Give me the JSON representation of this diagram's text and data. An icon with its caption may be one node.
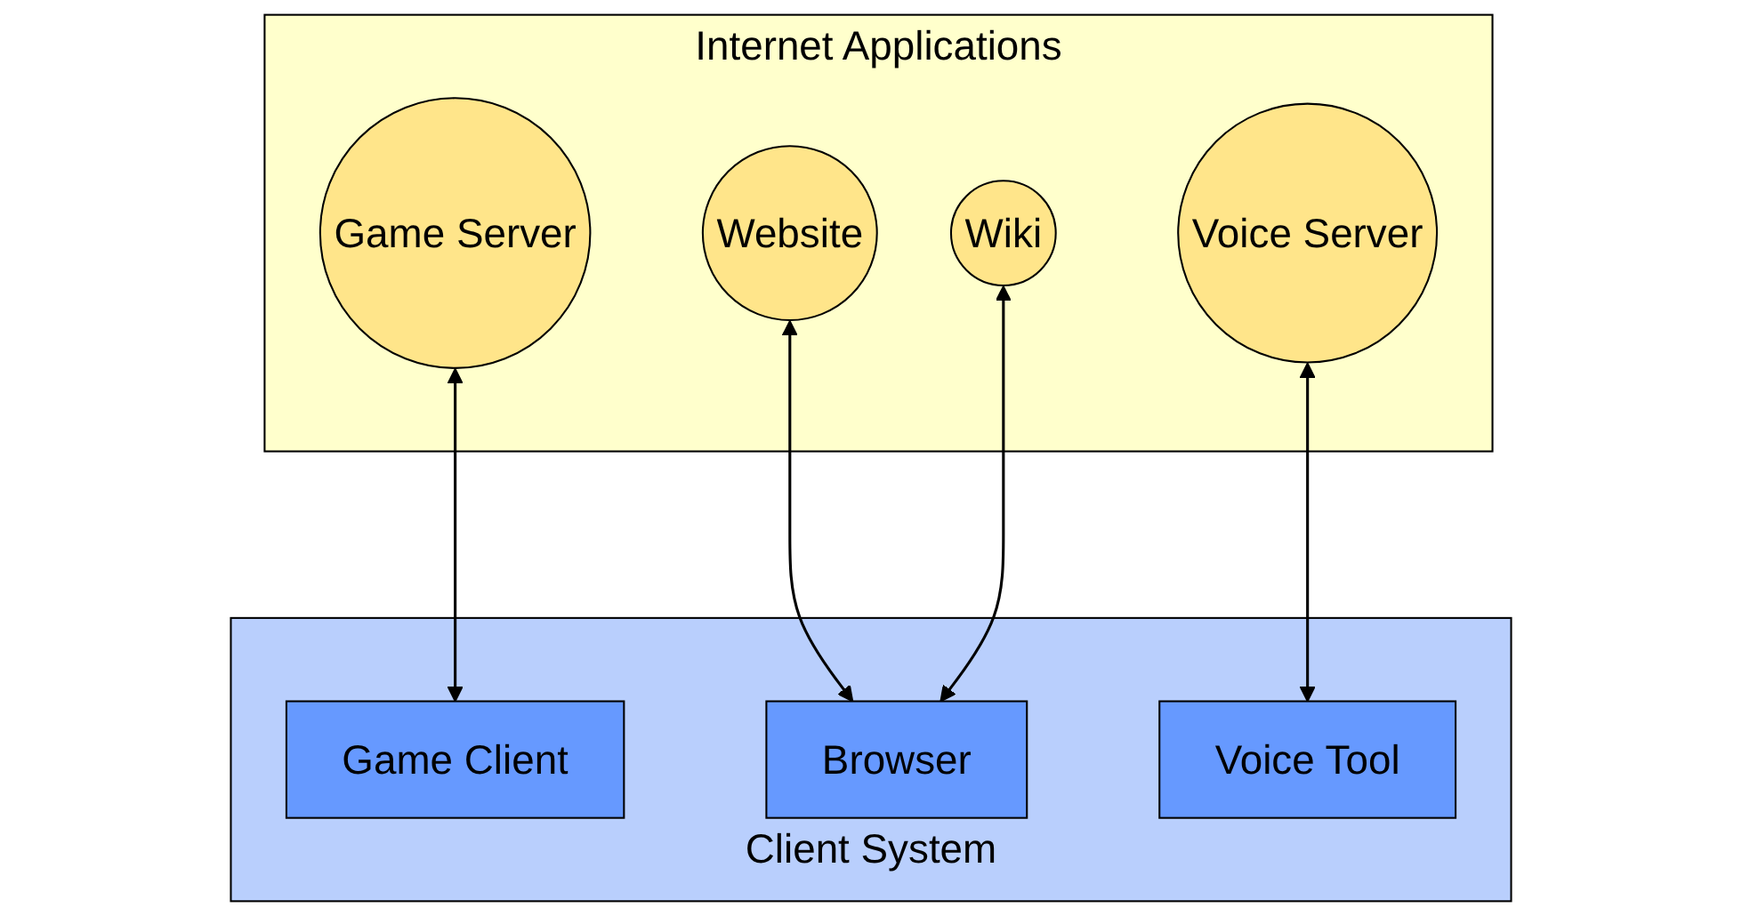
{
  "diagram": {
    "nodes": [
      {
        "text": [
          "Internet Applications"
        ]
      },
      {
        "text": [
          "Game Server"
        ],
        "in": 0
      },
      {
        "text": [
          "Website"
        ],
        "in": 0
      },
      {
        "text": [
          "Wiki"
        ],
        "in": 0
      },
      {
        "text": [
          "Voice Server"
        ],
        "in": 0
      },
      {
        "text": [
          "Client System"
        ]
      },
      {
        "text": [
          "Game Client"
        ],
        "in": 5
      },
      {
        "text": [
          "Browser"
        ],
        "in": 5
      },
      {
        "text": [
          "Voice Tool"
        ],
        "in": 5
      }
    ],
    "edges": [
      {
        "from": 1,
        "to": 6,
        "arrow": "both"
      },
      {
        "from": 2,
        "to": 7,
        "arrow": "both"
      },
      {
        "from": 3,
        "to": 7,
        "arrow": "both"
      },
      {
        "from": 4,
        "to": 8,
        "arrow": "both"
      }
    ]
  }
}
